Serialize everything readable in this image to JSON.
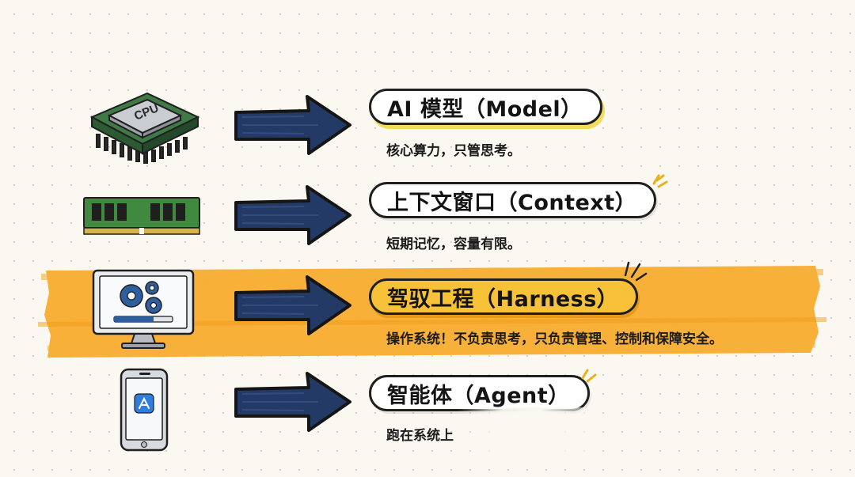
{
  "rows": [
    {
      "title": "AI 模型（Model）",
      "desc": "核心算力，只管思考。"
    },
    {
      "title": "上下文窗口（Context）",
      "desc": "短期记忆，容量有限。"
    },
    {
      "title": "驾驭工程（Harness）",
      "desc": "操作系统！不负责思考，只负责管理、控制和保障安全。"
    },
    {
      "title": "智能体（Agent）",
      "desc": "跑在系统上"
    }
  ],
  "icons": {
    "cpu_label": "CPU"
  },
  "colors": {
    "highlight": "#f7a928",
    "arrow_fill": "#243a66",
    "pill_yellow": "#f7c238",
    "outline": "#1f1f1f"
  }
}
